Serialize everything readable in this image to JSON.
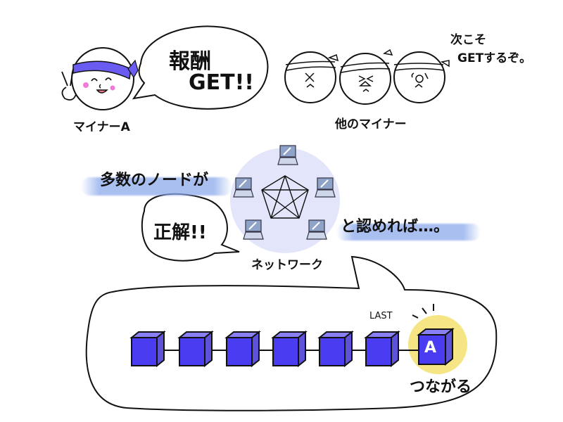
{
  "miner_a": {
    "label": "マイナーA",
    "speech": "報酬 GET!!",
    "speech_line1": "報酬",
    "speech_line2": "GET!!",
    "headband_color": "#6a5cf0",
    "cheek_color": "#f07ad8",
    "mouth_color": "#f07a8a"
  },
  "other_miners": {
    "label": "他のマイナー",
    "count": 3,
    "remark_line1": "次こそ",
    "remark_line2": "GETするぞ。"
  },
  "network": {
    "caption_before": "多数のノードが",
    "caption_after": "と認めれば…。",
    "label": "ネットワーク",
    "node_count": 5,
    "bubble_text": "正解!!",
    "cloud_color": "#e3e6fa",
    "laptop_color": "#8fa2c8",
    "highlight_color": "#8cabeb"
  },
  "blockchain": {
    "block_count": 6,
    "last_label": "LAST",
    "new_block_label": "A",
    "connect_label": "つながる",
    "block_front_color": "#4a3cf0",
    "block_top_color": "#8a80f5",
    "block_side_color": "#5e52d8",
    "glow_color": "#f5e070"
  }
}
